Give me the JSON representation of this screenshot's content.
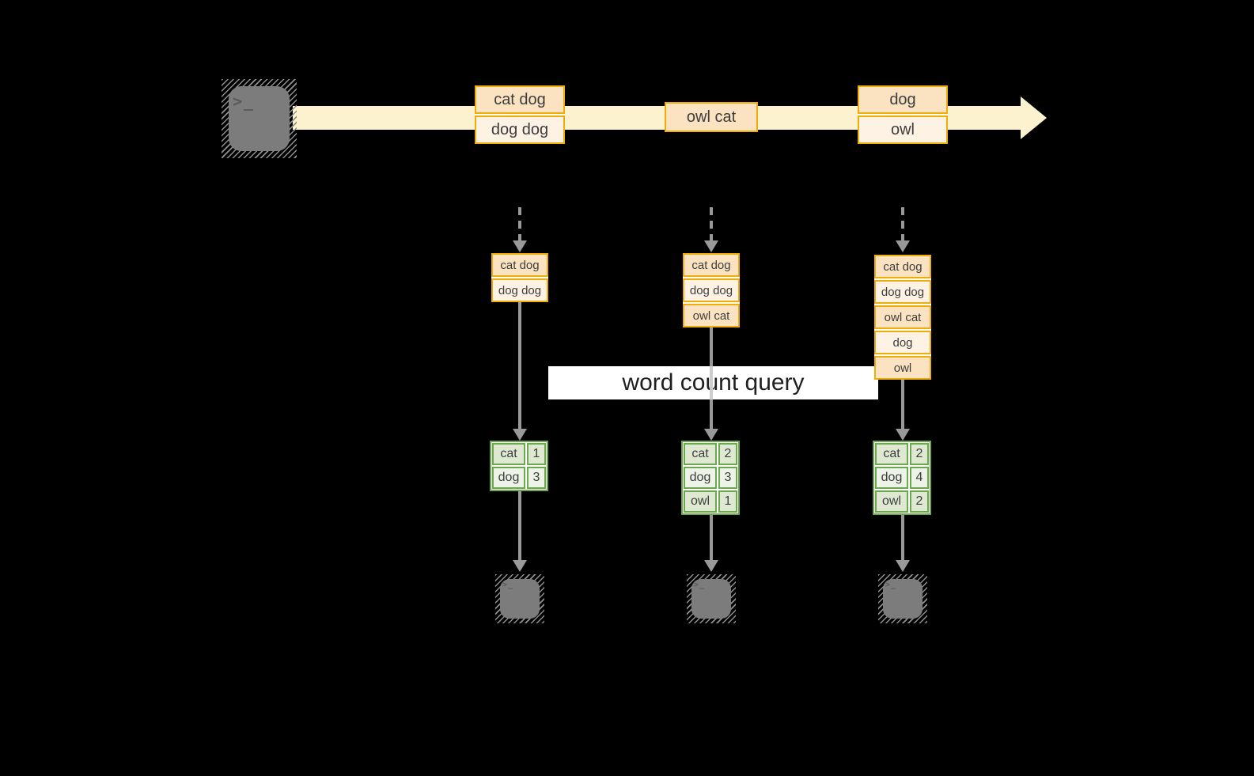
{
  "diagram": {
    "query_label": "word count query",
    "terminal_glyph": ">_",
    "colors": {
      "amber_border": "#f0ad08",
      "peach_dark": "#fbe3c2",
      "peach_light": "#fdf2e4",
      "stream_band": "#fdf2cf",
      "green_border": "#6ba84e",
      "green_dark": "#dfe9d2",
      "green_light": "#eef3e8",
      "arrow_gray": "#999999",
      "terminal_gray": "#7c7c7c",
      "label_bg": "#ffffff"
    },
    "stream": {
      "events": [
        {
          "lines": [
            "cat dog",
            "dog dog"
          ]
        },
        {
          "lines": [
            "owl cat"
          ]
        },
        {
          "lines": [
            "dog",
            "owl"
          ]
        }
      ]
    },
    "snapshots": [
      {
        "state": [
          "cat dog",
          "dog dog"
        ],
        "counts": [
          {
            "word": "cat",
            "count": "1"
          },
          {
            "word": "dog",
            "count": "3"
          }
        ]
      },
      {
        "state": [
          "cat dog",
          "dog dog",
          "owl cat"
        ],
        "counts": [
          {
            "word": "cat",
            "count": "2"
          },
          {
            "word": "dog",
            "count": "3"
          },
          {
            "word": "owl",
            "count": "1"
          }
        ]
      },
      {
        "state": [
          "cat dog",
          "dog dog",
          "owl cat",
          "dog",
          "owl"
        ],
        "counts": [
          {
            "word": "cat",
            "count": "2"
          },
          {
            "word": "dog",
            "count": "4"
          },
          {
            "word": "owl",
            "count": "2"
          }
        ]
      }
    ]
  }
}
